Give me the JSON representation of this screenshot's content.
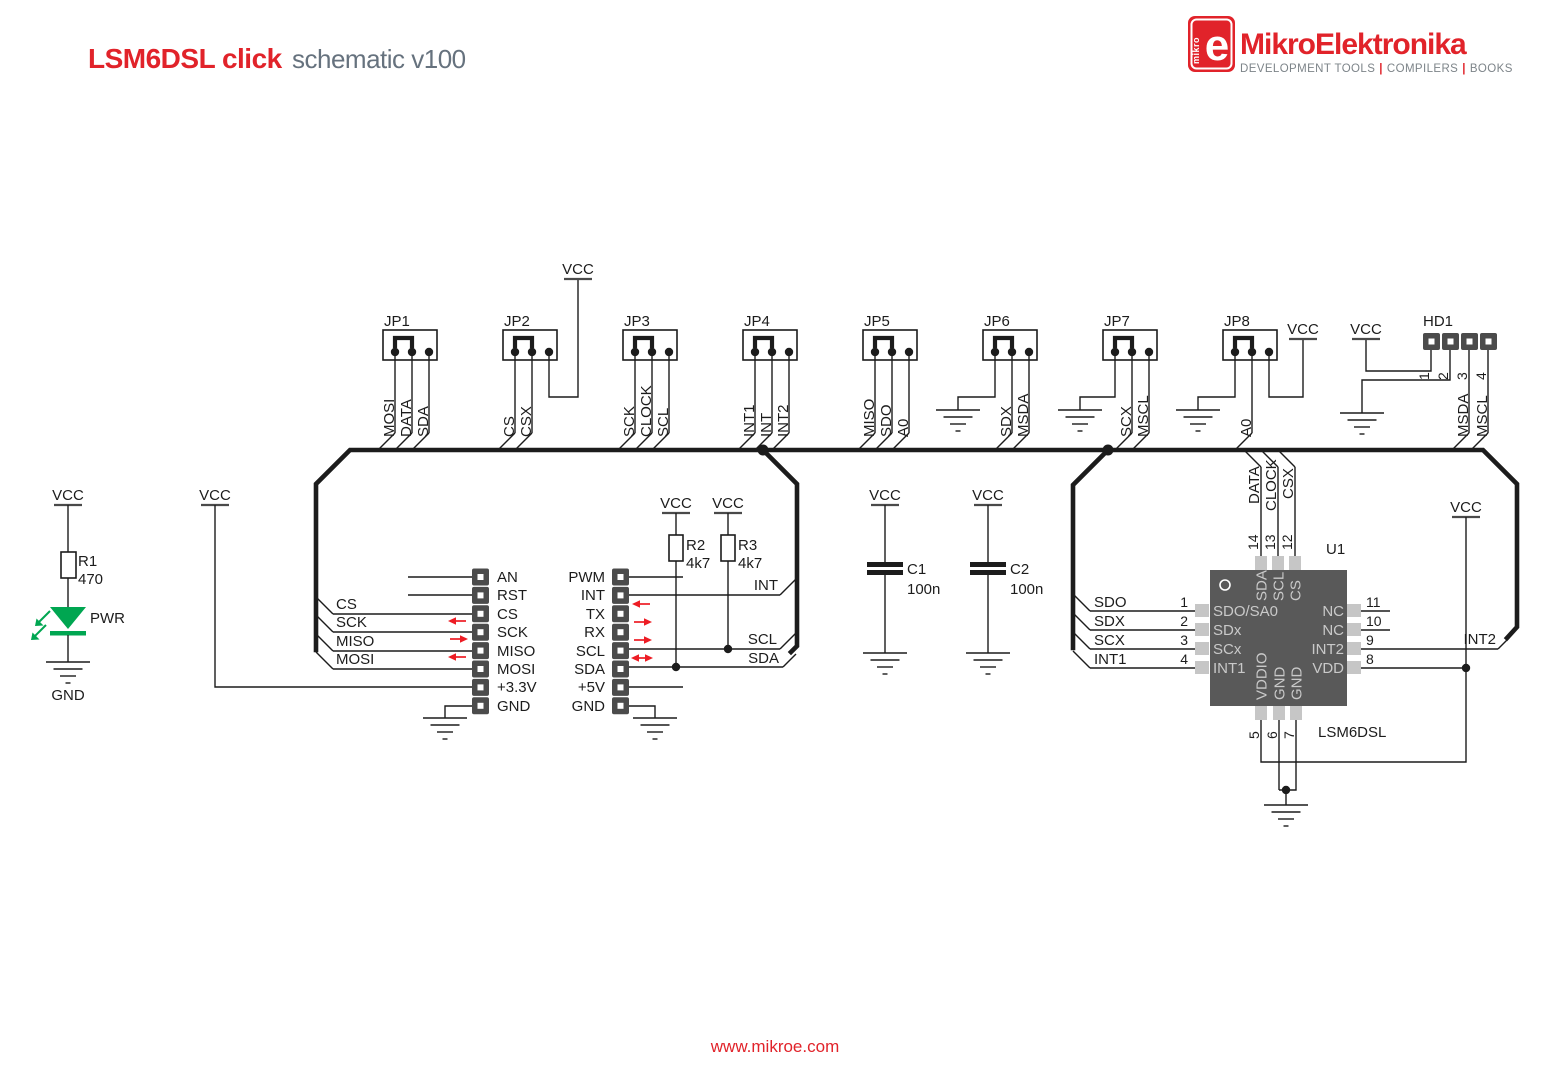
{
  "header": {
    "title": "LSM6DSL click",
    "subtitle": "schematic v100"
  },
  "logo": {
    "badge_letter": "e",
    "badge_side": "mikro",
    "brand": "MikroElektronika",
    "tagline": [
      "DEVELOPMENT TOOLS",
      "COMPILERS",
      "BOOKS"
    ],
    "separator": "|"
  },
  "footer": {
    "url": "www.mikroe.com"
  },
  "power": {
    "vcc": "VCC",
    "gnd": "GND"
  },
  "led": {
    "r_ref": "R1",
    "r_value": "470",
    "label": "PWR"
  },
  "pullups": {
    "r2_ref": "R2",
    "r2_value": "4k7",
    "r3_ref": "R3",
    "r3_value": "4k7"
  },
  "caps": {
    "c1_ref": "C1",
    "c1_value": "100n",
    "c2_ref": "C2",
    "c2_value": "100n"
  },
  "jumpers": [
    {
      "ref": "JP1",
      "nets": [
        "MOSI",
        "DATA",
        "SDA"
      ]
    },
    {
      "ref": "JP2",
      "nets": [
        "CS",
        "CSX"
      ]
    },
    {
      "ref": "JP3",
      "nets": [
        "SCK",
        "CLOCK",
        "SCL"
      ]
    },
    {
      "ref": "JP4",
      "nets": [
        "INT1",
        "INT",
        "INT2"
      ]
    },
    {
      "ref": "JP5",
      "nets": [
        "MISO",
        "SDO",
        "A0"
      ]
    },
    {
      "ref": "JP6",
      "nets": [
        "SDX",
        "MSDA"
      ]
    },
    {
      "ref": "JP7",
      "nets": [
        "SCX",
        "MSCL"
      ]
    },
    {
      "ref": "JP8",
      "nets": [
        "A0"
      ]
    }
  ],
  "hd1": {
    "ref": "HD1",
    "pin_numbers": [
      "1",
      "2",
      "3",
      "4"
    ],
    "nets": [
      "MSDA",
      "MSCL"
    ]
  },
  "mikrobus": {
    "left_pins": [
      "AN",
      "RST",
      "CS",
      "SCK",
      "MISO",
      "MOSI",
      "+3.3V",
      "GND"
    ],
    "right_pins": [
      "PWM",
      "INT",
      "TX",
      "RX",
      "SCL",
      "SDA",
      "+5V",
      "GND"
    ],
    "left_nets": [
      "CS",
      "SCK",
      "MISO",
      "MOSI"
    ],
    "right_nets": [
      "INT",
      "SCL",
      "SDA"
    ]
  },
  "chip": {
    "ref": "U1",
    "name": "LSM6DSL",
    "top_nums": [
      "14",
      "13",
      "12"
    ],
    "top_nets": [
      "DATA",
      "CLOCK",
      "CSX"
    ],
    "top_labels": [
      "SDA",
      "SCL",
      "CS"
    ],
    "left_nums": [
      "1",
      "2",
      "3",
      "4"
    ],
    "left_nets": [
      "SDO",
      "SDX",
      "SCX",
      "INT1"
    ],
    "left_labels": [
      "SDO/SA0",
      "SDx",
      "SCx",
      "INT1"
    ],
    "right_nums": [
      "11",
      "10",
      "9",
      "8"
    ],
    "right_labels": [
      "NC",
      "NC",
      "INT2",
      "VDD"
    ],
    "right_net": "INT2",
    "bottom_nums": [
      "5",
      "6",
      "7"
    ],
    "bottom_labels": [
      "VDDIO",
      "GND",
      "GND"
    ]
  },
  "colors": {
    "accent": "#e1232a",
    "wire": "#1c1c1c",
    "led_green": "#00a651",
    "chip_body": "#595959",
    "pad": "#c6c6c6",
    "pin_square": "#4b4b4b"
  }
}
